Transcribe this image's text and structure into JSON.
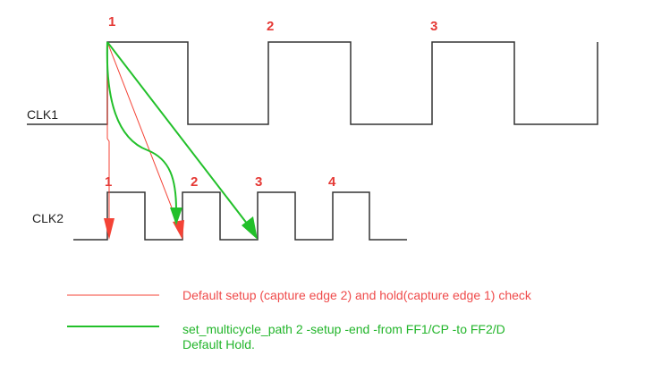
{
  "colors": {
    "setup_red": "#f44336",
    "multicycle_green": "#22c02a",
    "wave": "#333333"
  },
  "signals": {
    "clk1": "CLK1",
    "clk2": "CLK2"
  },
  "clk1_edges": [
    "1",
    "2",
    "3"
  ],
  "clk2_edges": [
    "1",
    "2",
    "3",
    "4"
  ],
  "legend": {
    "red": "Default setup (capture edge 2) and hold(capture edge 1) check",
    "green_line1": "set_multicycle_path 2 -setup -end -from FF1/CP -to FF2/D",
    "green_line2": "Default Hold."
  }
}
